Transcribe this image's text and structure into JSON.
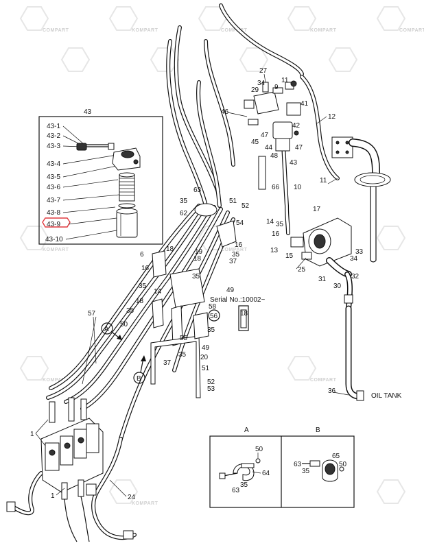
{
  "diagram": {
    "serial_note": "Serial No.:10002~",
    "oil_tank_label": "OIL TANK",
    "watermark_text": "KOMPART",
    "watermark_text_2": "COMPART",
    "highlight_color": "#e0393e",
    "inset_43": {
      "title": "43",
      "items": [
        "43-1",
        "43-2",
        "43-3",
        "43-4",
        "43-5",
        "43-6",
        "43-7",
        "43-8",
        "43-9",
        "43-10"
      ],
      "highlighted": "43-9"
    },
    "view_a": {
      "letter": "A",
      "labels": [
        "50",
        "64",
        "63",
        "35"
      ]
    },
    "view_b": {
      "letter": "B",
      "labels": [
        "63",
        "35",
        "65",
        "50"
      ]
    },
    "callouts": {
      "c27": "27",
      "c34": "34",
      "c29": "29",
      "c9": "9",
      "c11a": "11",
      "c46": "46",
      "c41": "41",
      "c42": "42",
      "c12": "12",
      "c47a": "47",
      "c45": "45",
      "c44": "44",
      "c48": "48",
      "c47b": "47",
      "c43": "43",
      "c11b": "11",
      "c66": "66",
      "c10": "10",
      "c63": "63",
      "c35a": "35",
      "c62": "62",
      "c51": "51",
      "c52": "52",
      "c54": "54",
      "c17": "17",
      "c14": "14",
      "c35b": "35",
      "c16a": "16",
      "c16b": "16",
      "c35c": "35",
      "c37a": "37",
      "c13": "13",
      "c15": "15",
      "c25": "25",
      "c33": "33",
      "c34b": "34",
      "c31": "31",
      "c32": "32",
      "c30": "30",
      "c6": "6",
      "c18a": "18",
      "c19": "19",
      "c18b": "18",
      "c16c": "16",
      "c35d": "35",
      "c14b": "14",
      "c35e": "35",
      "c49a": "49",
      "c18c": "18",
      "c58": "58",
      "c56": "56",
      "c18d": "18",
      "c57": "57",
      "c35f": "35",
      "c50": "50",
      "c35g": "35",
      "c55": "55",
      "c49b": "49",
      "c20": "20",
      "c37b": "37",
      "c35h": "35",
      "c51b": "51",
      "c52b": "52",
      "c53": "53",
      "c36": "36",
      "c1a": "1",
      "c1b": "1",
      "c24": "24"
    }
  }
}
